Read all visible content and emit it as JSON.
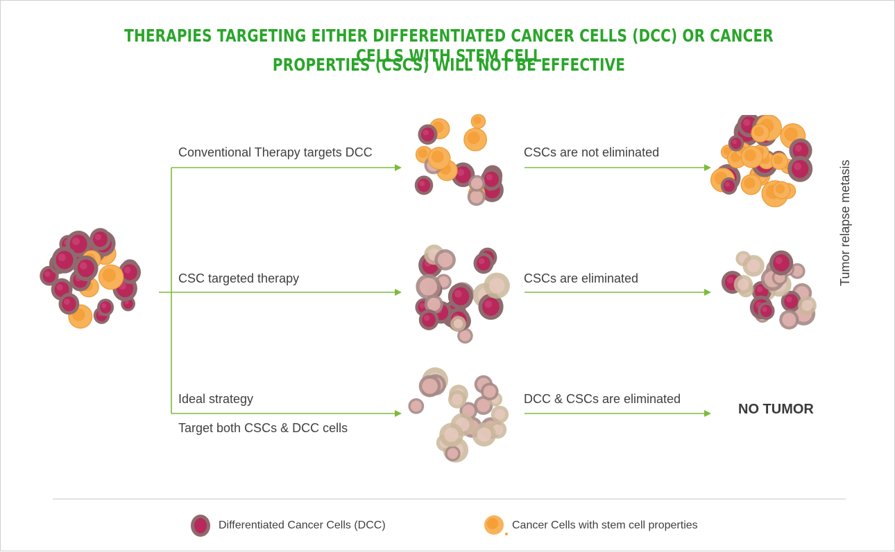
{
  "title": {
    "line1": "THERAPIES TARGETING EITHER DIFFERENTIATED CANCER CELLS (DCC) OR CANCER CELLS WITH STEM CELL",
    "line2": "PROPERTIES (CSCS) WILL NOT BE EFFECTIVE"
  },
  "branches": [
    {
      "therapy": "Conventional Therapy targets DCC",
      "outcome": "CSCs are not eliminated"
    },
    {
      "therapy": "CSC targeted therapy",
      "outcome": "CSCs are eliminated"
    },
    {
      "therapy": "Ideal strategy",
      "therapy_detail": "Target both CSCs & DCC cells",
      "outcome": "DCC & CSCs are eliminated",
      "result": "NO TUMOR"
    }
  ],
  "side_label": "Tumor relapse metasis",
  "legend": {
    "dcc": "Differentiated Cancer Cells (DCC)",
    "csc": "Cancer Cells with stem cell properties"
  },
  "colors": {
    "title": "#2aa52a",
    "arrow": "#7dbb3a",
    "dcc_core": "#b8285a",
    "dcc_rim": "#8e6a6e",
    "csc": "#f4a340",
    "dead_cell": "#c9b79a"
  },
  "icons": [
    "dcc-cell-icon",
    "csc-cell-icon"
  ]
}
